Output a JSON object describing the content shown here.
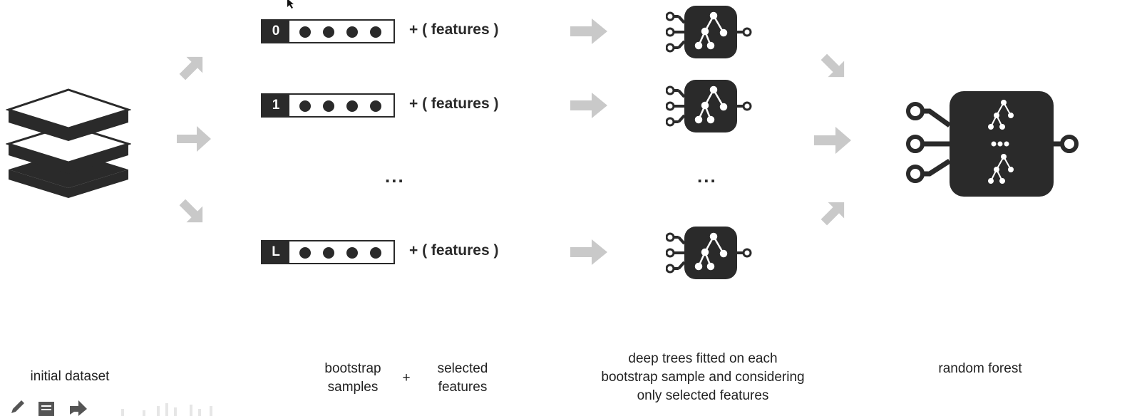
{
  "samples": [
    {
      "index_label": "0",
      "features_label": "+ ( features )"
    },
    {
      "index_label": "1",
      "features_label": "+ ( features )"
    },
    {
      "index_label": "L",
      "features_label": "+ ( features )"
    }
  ],
  "ellipsis": "...",
  "captions": {
    "initial_dataset": "initial dataset",
    "bootstrap_samples_line1": "bootstrap",
    "bootstrap_samples_line2": "samples",
    "plus": "+",
    "selected_features_line1": "selected",
    "selected_features_line2": "features",
    "deep_trees_line1": "deep trees fitted on each",
    "deep_trees_line2": "bootstrap sample and considering",
    "deep_trees_line3": "only selected features",
    "random_forest": "random forest"
  },
  "colors": {
    "dark": "#2a2a2a",
    "arrow": "#c9c9c9",
    "background": "#ffffff"
  },
  "icons": [
    "dataset-stack-icon",
    "arrow-icon",
    "tree-model-icon",
    "random-forest-icon",
    "pencil-icon",
    "note-icon",
    "share-icon"
  ]
}
